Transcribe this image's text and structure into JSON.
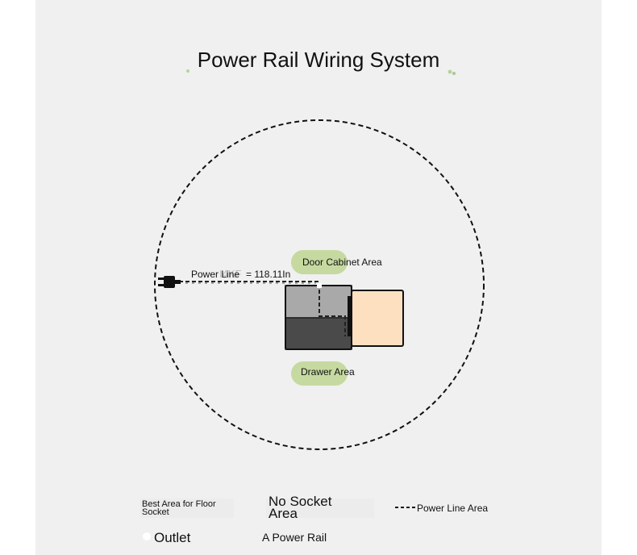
{
  "title": "Power Rail Wiring System",
  "areas": {
    "door_cabinet": "Door Cabinet Area",
    "drawer": "Drawer Area"
  },
  "power_line_label": "Power Line",
  "power_line_length": "118.11In",
  "legend": {
    "best_area_line1": "Best Area for Floor",
    "best_area_line2": "Socket",
    "no_socket_line1": "No Socket",
    "no_socket_line2": "Area",
    "power_line_area": "Power Line Area",
    "outlet": "Outlet",
    "power_rail": "A Power Rail"
  },
  "colors": {
    "background": "#f0f0f0",
    "area_pill": "#c6d9a0",
    "cabinet_light": "#a9a9a9",
    "cabinet_dark": "#4a4a4a",
    "peach_box": "#fde0c0",
    "dashed_line": "#111111"
  },
  "icons": [
    "plug-icon",
    "outlet-icon"
  ]
}
